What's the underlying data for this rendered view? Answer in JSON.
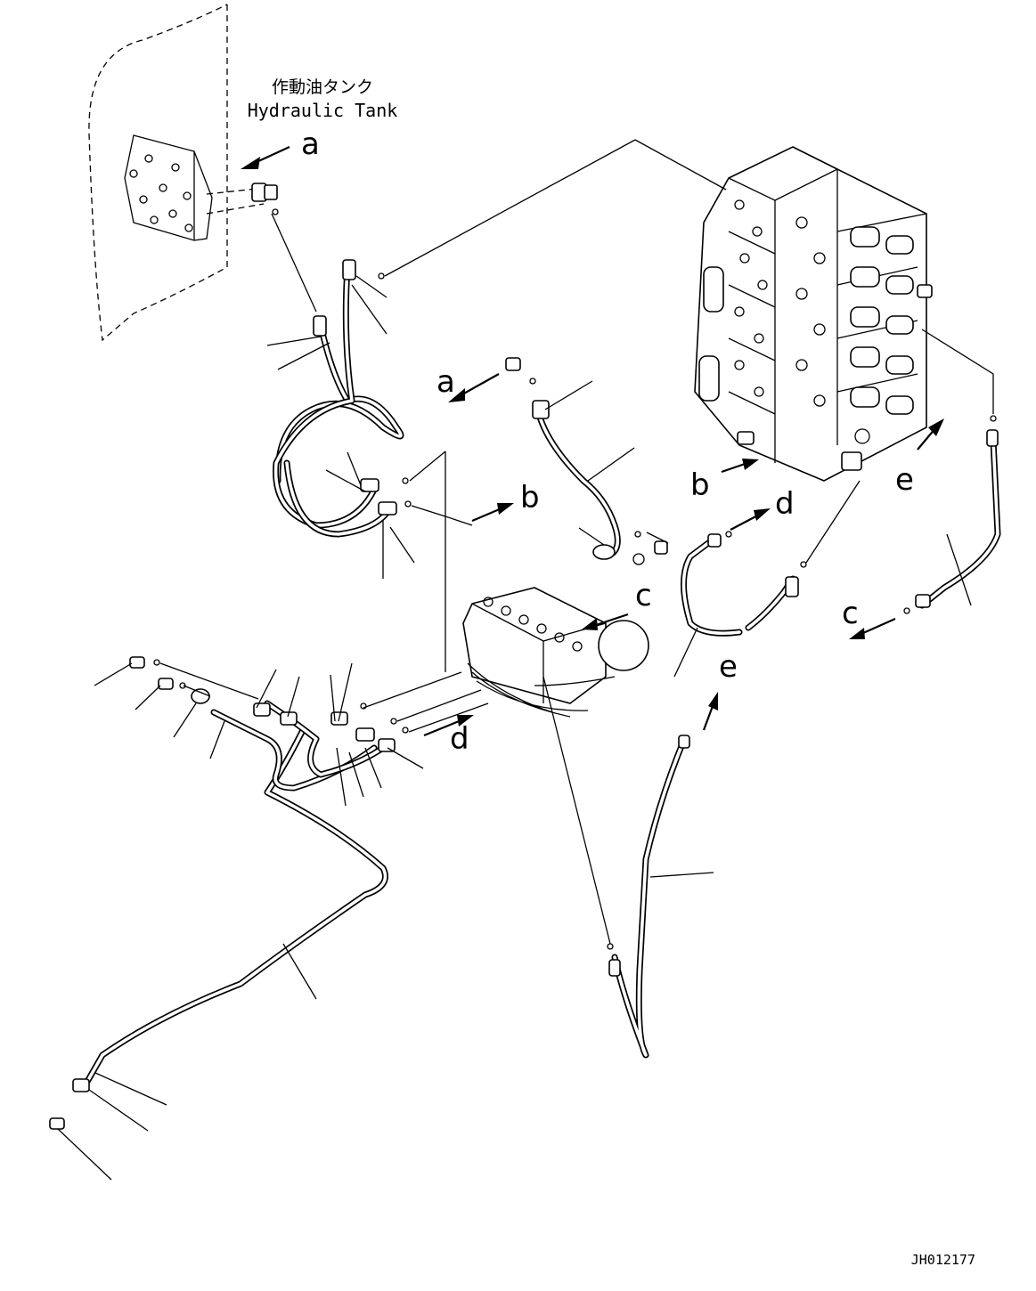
{
  "diagram": {
    "tank_label_jp": "作動油タンク",
    "tank_label_en": "Hydraulic Tank",
    "drawing_number": "JH012177",
    "ref_labels": {
      "a": "a",
      "b": "b",
      "c": "c",
      "d": "d",
      "e": "e"
    }
  }
}
